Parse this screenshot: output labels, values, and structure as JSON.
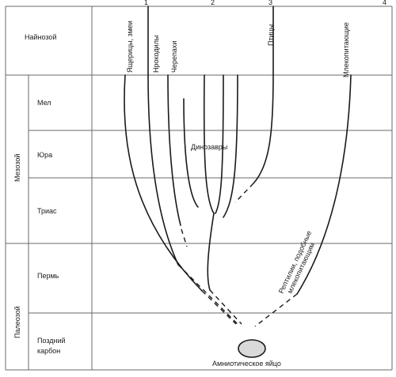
{
  "eras": {
    "cenozoic": "Найнозой",
    "mesozoic": "Мезозой",
    "paleozoic": "Палеозой"
  },
  "periods": {
    "cretaceous": "Мел",
    "jurassic": "Юра",
    "triassic": "Триас",
    "permian": "Пермь",
    "late_carboniferous_line1": "Поздний",
    "late_carboniferous_line2": "карбон"
  },
  "groups": {
    "lizards": "Ящерицы, змеи",
    "crocodiles": "Нрокодилы",
    "turtles": "Черепахи",
    "birds": "Птицы",
    "mammals": "Млекопитающие",
    "dinosaurs": "Динозавры",
    "mammal_like_line1": "Рептилии, подобные",
    "mammal_like_line2": "млекопитающим"
  },
  "egg_label": "Амниотическое яйцо",
  "top_marks": [
    "1",
    "2",
    "3",
    "4"
  ]
}
